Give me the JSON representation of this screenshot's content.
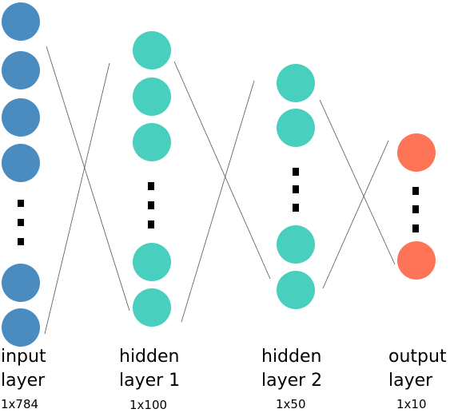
{
  "colors": {
    "input_node": "#4a8bc0",
    "hidden_node": "#48cfbd",
    "output_node": "#fd7556",
    "line": "#555555",
    "ellipsis": "#000000"
  },
  "layers": [
    {
      "id": "input",
      "line1": "input",
      "line2": "layer",
      "size": "1x784"
    },
    {
      "id": "hidden1",
      "line1": "hidden",
      "line2": "layer 1",
      "size": "1x100"
    },
    {
      "id": "hidden2",
      "line1": "hidden",
      "line2": "layer 2",
      "size": "1x50"
    },
    {
      "id": "output",
      "line1": "output",
      "line2": "layer",
      "size": "1x10"
    }
  ]
}
